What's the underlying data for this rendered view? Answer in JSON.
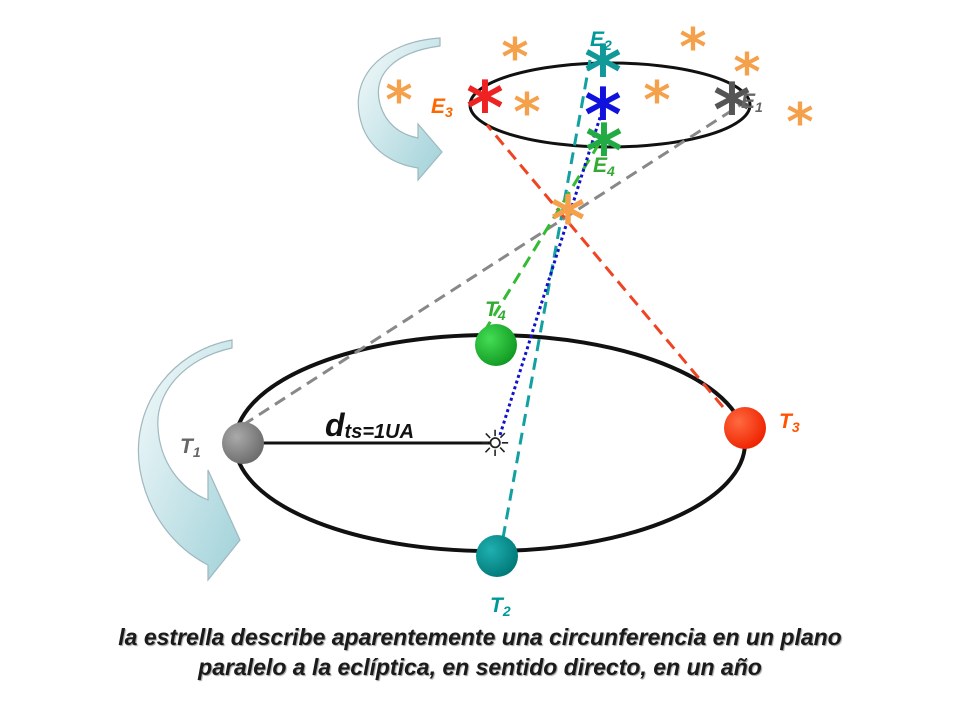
{
  "labels": {
    "E1": {
      "base": "E",
      "sub": "1"
    },
    "E2": {
      "base": "E",
      "sub": "2"
    },
    "E3": {
      "base": "E",
      "sub": "3"
    },
    "E4": {
      "base": "E",
      "sub": "4"
    },
    "T1": {
      "base": "T",
      "sub": "1"
    },
    "T2": {
      "base": "T",
      "sub": "2"
    },
    "T3": {
      "base": "T",
      "sub": "3"
    },
    "T4": {
      "base": "T",
      "sub": "4"
    },
    "distance": {
      "base": "d",
      "sub": "ts=1UA"
    }
  },
  "sun_symbol": "☼",
  "star_glyph": "*",
  "caption": {
    "line1": "la estrella describe aparentemente una  circunferencia en un plano",
    "line2": "paralelo a la eclíptica, en sentido directo, en un año"
  },
  "colors": {
    "orange_star": "#f5a04a",
    "T1": "#777777",
    "T2": "#008b8b",
    "T3": "#ff3a10",
    "T4": "#22bb33",
    "label_teal": "#009999",
    "label_green": "#33aa33",
    "label_orange": "#ff6600",
    "label_grey": "#666666",
    "arrow": "#a9d6dc"
  }
}
